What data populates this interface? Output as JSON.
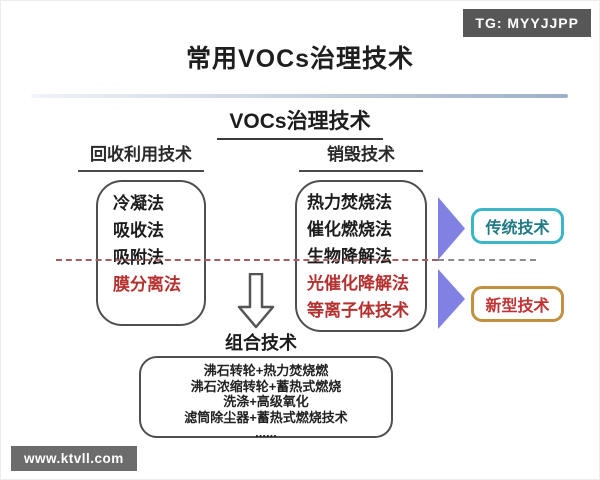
{
  "badge": {
    "text": "TG: MYYJJPP"
  },
  "title": "常用VOCs治理技术",
  "tree": {
    "root_label": "VOCs治理技术",
    "recovery_branch_label": "回收利用技术",
    "destruction_branch_label": "销毁技术",
    "combined_branch_label": "组合技术"
  },
  "recovery_box": {
    "items": [
      {
        "label": "冷凝法",
        "category": "traditional"
      },
      {
        "label": "吸收法",
        "category": "traditional"
      },
      {
        "label": "吸附法",
        "category": "traditional"
      },
      {
        "label": "膜分离法",
        "category": "new"
      }
    ]
  },
  "destruction_box": {
    "items": [
      {
        "label": "热力焚烧法",
        "category": "traditional"
      },
      {
        "label": "催化燃烧法",
        "category": "traditional"
      },
      {
        "label": "生物降解法",
        "category": "traditional"
      },
      {
        "label": "光催化降解法",
        "category": "new"
      },
      {
        "label": "等离子体技术",
        "category": "new"
      }
    ]
  },
  "combined_box": {
    "items": [
      {
        "label": "沸石转轮+热力焚烧燃"
      },
      {
        "label": "沸石浓缩转轮+蓄热式燃烧"
      },
      {
        "label": "洗涤+高级氧化"
      },
      {
        "label": "滤筒除尘器+蓄热式燃烧技术"
      },
      {
        "label": "......"
      }
    ]
  },
  "legend": {
    "traditional": {
      "label": "传统技术"
    },
    "new": {
      "label": "新型技术"
    }
  },
  "watermark": {
    "text": "www.ktvll.com"
  },
  "colors": {
    "new_item_text": "#b5312f",
    "arrow_purple": "#8181e3",
    "traditional_border": "#3bb6c6",
    "traditional_text": "#1f7a85",
    "new_border": "#c0913f",
    "new_text": "#c23232",
    "dashed_red": "#a55f5f",
    "dashed_gray": "#8c8c8c",
    "box_border": "#4f4f4f"
  }
}
